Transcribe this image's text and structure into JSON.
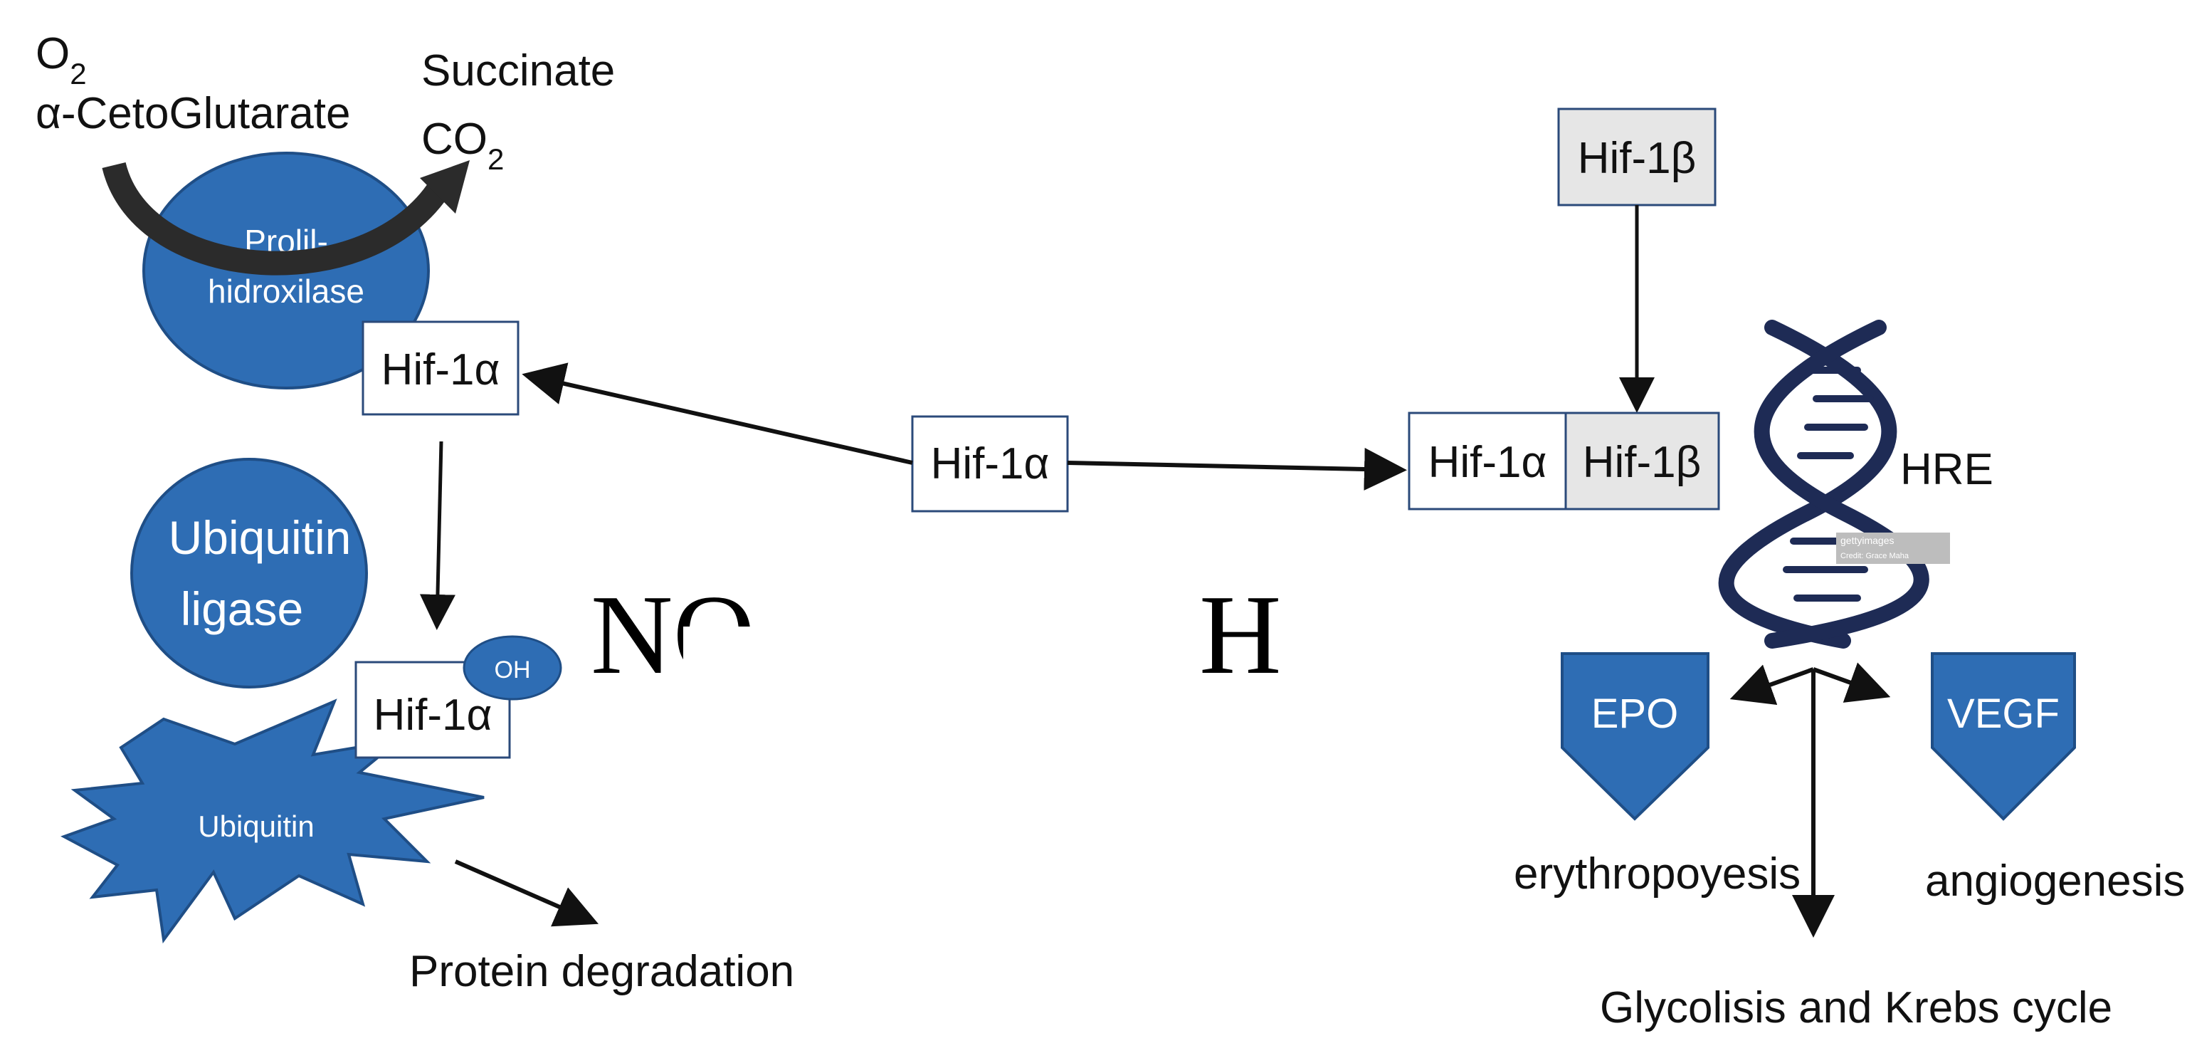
{
  "substrates": {
    "o2": "O",
    "o2_sub": "2",
    "aketo": "α-CetoGlutarate",
    "succinate": "Succinate",
    "co2": "CO",
    "co2_sub": "2"
  },
  "enzymes": {
    "prolil_line1": "Prolil-",
    "prolil_line2": "hidroxilase",
    "ubiquitin_ligase_line1": "Ubiquitin",
    "ubiquitin_ligase_line2": "ligase",
    "ubiquitin": "Ubiquitin",
    "oh": "OH"
  },
  "boxes": {
    "hif1a_left": "Hif-1α",
    "hif1a_center": "Hif-1α",
    "hif1a_hydroxylated": "Hif-1α",
    "hif1a_complex": "Hif-1α",
    "hif1b_top": "Hif-1β",
    "hif1b_complex": "Hif-1β"
  },
  "outcomes": {
    "protein_degradation": "Protein degradation",
    "hre": "HRE",
    "epo": "EPO",
    "vegf": "VEGF",
    "erythropoyesis": "erythropoyesis",
    "angiogenesis": "angiogenesis",
    "glycolisis": "Glycolisis and Krebs cycle"
  },
  "overlay": {
    "left_text": "NO",
    "right_text": "H"
  },
  "watermark": {
    "line1": "gettyimages",
    "line2": "Credit: Grace Maha"
  },
  "colors": {
    "blue": "#2E6DB4",
    "dna_navy": "#1E2B55",
    "box_grey": "#E6E6E6",
    "arrow_dark": "#2B2B2B"
  }
}
